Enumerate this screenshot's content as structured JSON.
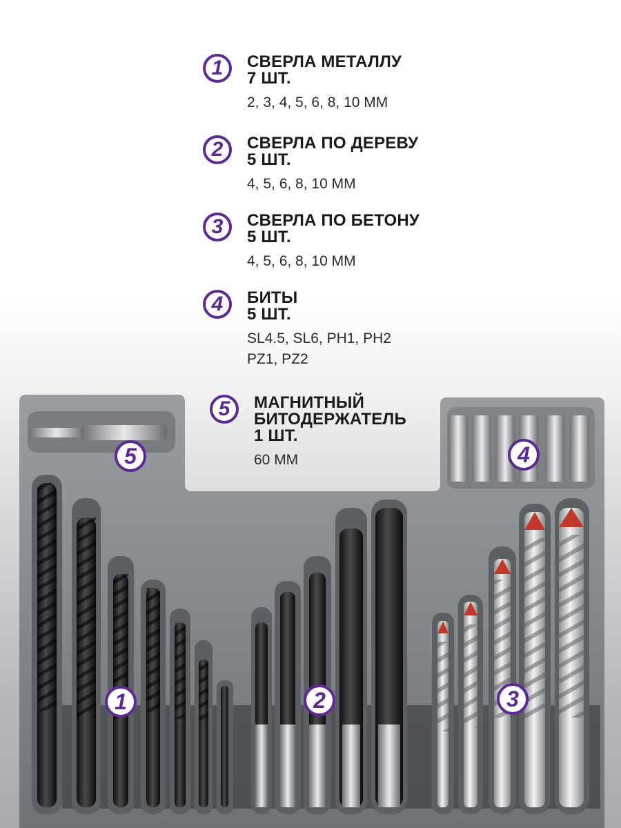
{
  "specs": [
    {
      "badge": "1",
      "title": "СВЕРЛА МЕТАЛЛУ\n7 ШТ.",
      "sizes": "2, 3, 4, 5, 6, 8, 10 ММ"
    },
    {
      "badge": "2",
      "title": "СВЕРЛА ПО ДЕРЕВУ\n5 ШТ.",
      "sizes": "4, 5, 6, 8, 10 ММ"
    },
    {
      "badge": "3",
      "title": "СВЕРЛА ПО БЕТОНУ\n5 ШТ.",
      "sizes": "4, 5, 6, 8, 10 ММ"
    },
    {
      "badge": "4",
      "title": "БИТЫ\n5 ШТ.",
      "sizes": "SL4.5, SL6, PH1, PH2\nPZ1, PZ2"
    },
    {
      "badge": "5",
      "title": "МАГНИТНЫЙ\nБИТОДЕРЖАТЕЛЬ\n1 ШТ.",
      "sizes": "60 ММ"
    }
  ],
  "callouts": {
    "holder": "5",
    "bits": "4",
    "metal": "1",
    "wood": "2",
    "concrete": "3"
  },
  "colors": {
    "accent": "#5b2a92",
    "tray": "#8a8d92",
    "drill_bit_tip": "#c0392b"
  }
}
